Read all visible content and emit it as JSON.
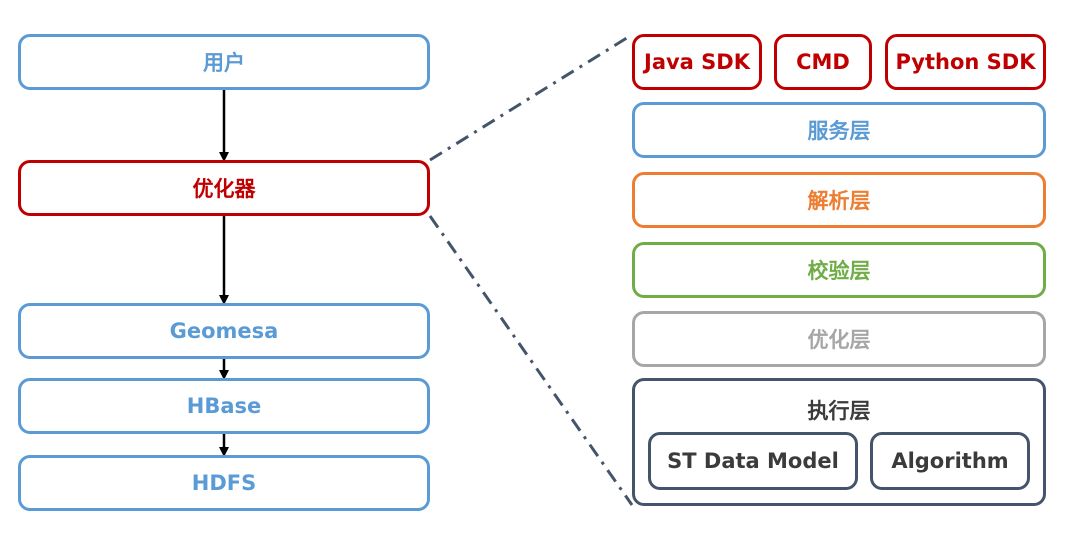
{
  "left_stack": {
    "user": "用户",
    "optimizer": "优化器",
    "geomesa": "Geomesa",
    "hbase": "HBase",
    "hdfs": "HDFS"
  },
  "right_stack": {
    "clients": [
      "Java SDK",
      "CMD",
      "Python SDK"
    ],
    "service_layer": "服务层",
    "parse_layer": "解析层",
    "validation_layer": "校验层",
    "optimization_layer": "优化层",
    "execution_layer": {
      "label": "执行层",
      "components": [
        "ST Data Model",
        "Algorithm"
      ]
    }
  },
  "colors": {
    "blue": "#5b9bd5",
    "red": "#c00000",
    "orange": "#ed7d31",
    "green": "#70ad47",
    "gray": "#a6a6a6",
    "dark": "#44546a"
  }
}
